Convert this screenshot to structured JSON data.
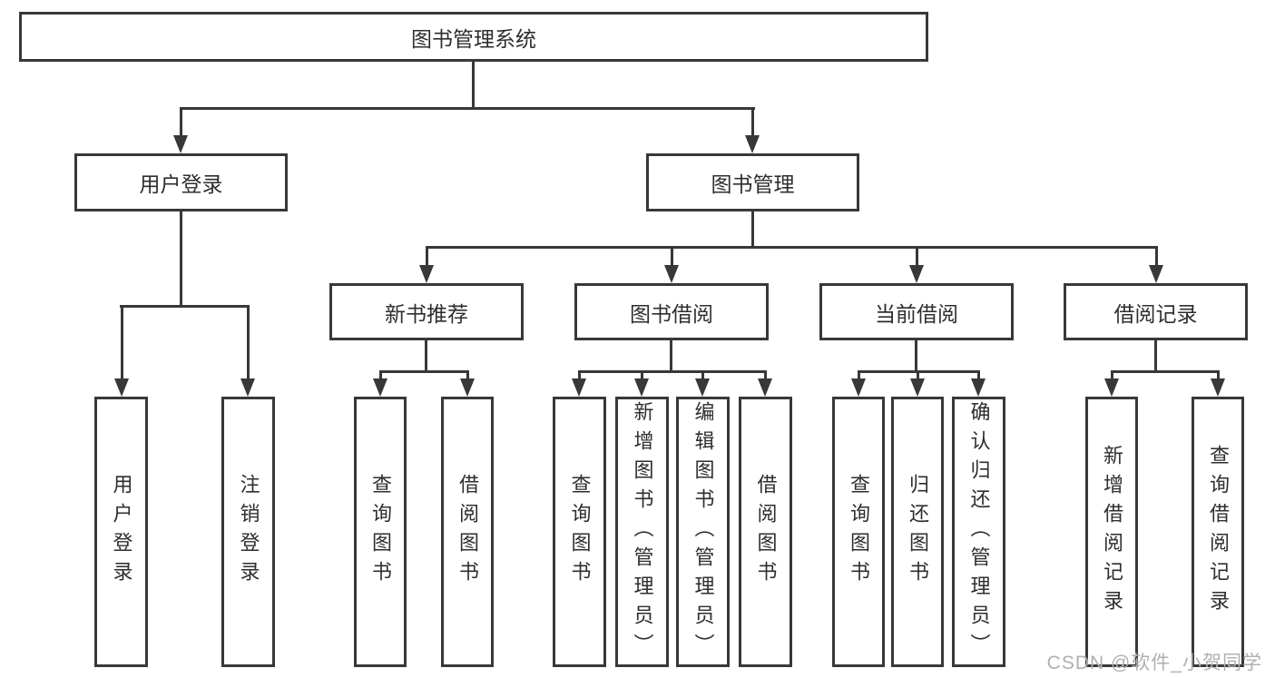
{
  "nodes": {
    "root": "图书管理系统",
    "user_login": "用户登录",
    "book_mgmt": "图书管理",
    "user_login_children": {
      "login": "用户登录",
      "logout": "注销登录"
    },
    "book_mgmt_children": {
      "new_book_rec": "新书推荐",
      "book_borrow": "图书借阅",
      "current_borrow": "当前借阅",
      "borrow_records": "借阅记录"
    },
    "new_book_rec_children": {
      "query_book": "查询图书",
      "borrow_book": "借阅图书"
    },
    "book_borrow_children": {
      "query_book": "查询图书",
      "add_book": "新增图书（管理员）",
      "edit_book": "编辑图书（管理员）",
      "borrow_book": "借阅图书"
    },
    "current_borrow_children": {
      "query_book": "查询图书",
      "return_book": "归还图书",
      "confirm_return": "确认归还（管理员）"
    },
    "borrow_records_children": {
      "add_record": "新增借阅记录",
      "query_record": "查询借阅记录"
    }
  },
  "watermark": {
    "text": "CSDN @软件_小贺同学"
  },
  "colors": {
    "line": "#383838",
    "text": "#2e2e2e",
    "watermark": "#b0b0b0",
    "background": "#ffffff"
  }
}
